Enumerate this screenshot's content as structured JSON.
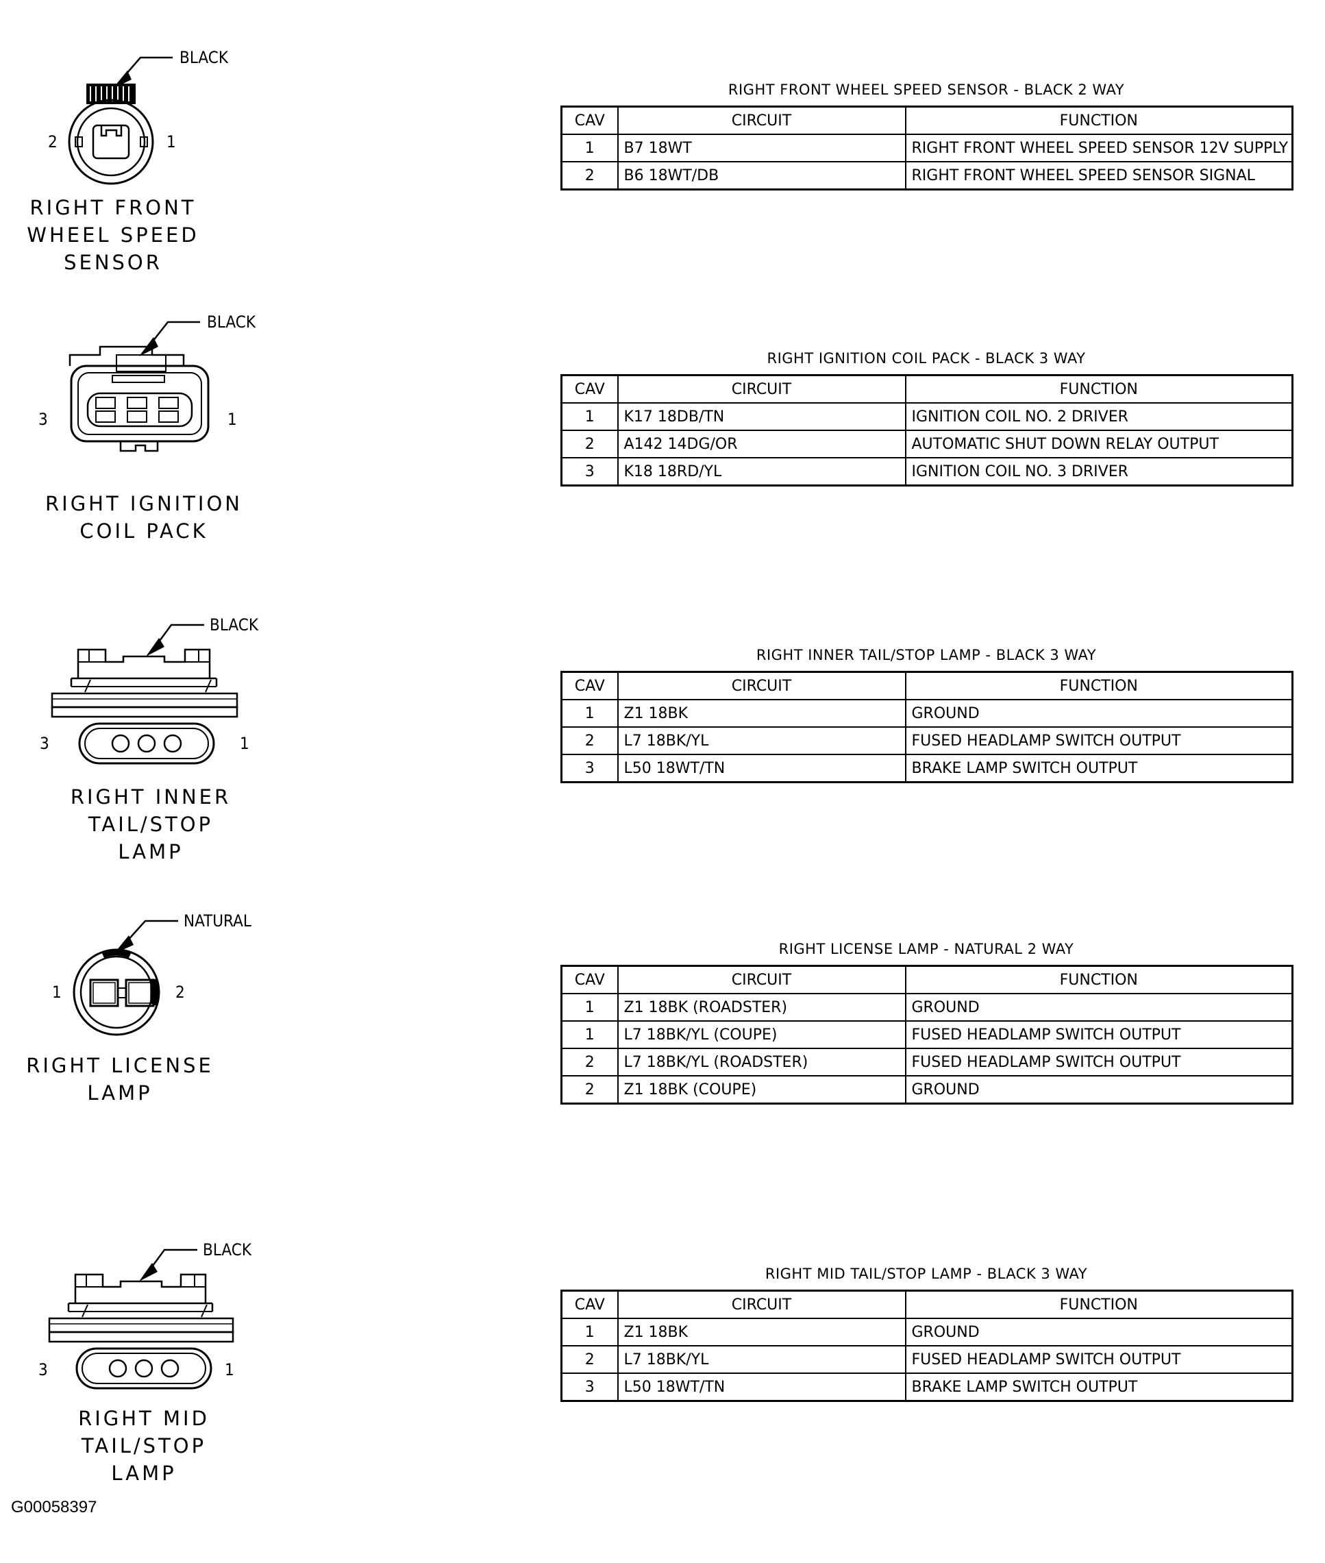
{
  "footer": {
    "figure_id": "G00058397"
  },
  "headers": {
    "cav": "CAV",
    "circuit": "CIRCUIT",
    "function": "FUNCTION"
  },
  "connectors": [
    {
      "color_label": "BLACK",
      "pin_left": "2",
      "pin_right": "1",
      "name_lines": [
        "RIGHT FRONT",
        "WHEEL SPEED",
        "SENSOR"
      ],
      "table_title": "RIGHT FRONT WHEEL SPEED SENSOR - BLACK 2 WAY",
      "rows": [
        {
          "cav": "1",
          "circuit": "B7 18WT",
          "function": "RIGHT FRONT WHEEL SPEED SENSOR 12V SUPPLY"
        },
        {
          "cav": "2",
          "circuit": "B6 18WT/DB",
          "function": "RIGHT FRONT WHEEL SPEED SENSOR SIGNAL"
        }
      ]
    },
    {
      "color_label": "BLACK",
      "pin_left": "3",
      "pin_right": "1",
      "name_lines": [
        "RIGHT IGNITION",
        "COIL PACK"
      ],
      "table_title": "RIGHT IGNITION COIL PACK - BLACK 3 WAY",
      "rows": [
        {
          "cav": "1",
          "circuit": "K17 18DB/TN",
          "function": "IGNITION COIL NO. 2 DRIVER"
        },
        {
          "cav": "2",
          "circuit": "A142 14DG/OR",
          "function": "AUTOMATIC SHUT DOWN RELAY OUTPUT"
        },
        {
          "cav": "3",
          "circuit": "K18 18RD/YL",
          "function": "IGNITION COIL NO. 3 DRIVER"
        }
      ]
    },
    {
      "color_label": "BLACK",
      "pin_left": "3",
      "pin_right": "1",
      "name_lines": [
        "RIGHT INNER",
        "TAIL/STOP",
        "LAMP"
      ],
      "table_title": "RIGHT INNER TAIL/STOP LAMP - BLACK 3 WAY",
      "rows": [
        {
          "cav": "1",
          "circuit": "Z1 18BK",
          "function": "GROUND"
        },
        {
          "cav": "2",
          "circuit": "L7 18BK/YL",
          "function": "FUSED HEADLAMP SWITCH OUTPUT"
        },
        {
          "cav": "3",
          "circuit": "L50 18WT/TN",
          "function": "BRAKE LAMP SWITCH OUTPUT"
        }
      ]
    },
    {
      "color_label": "NATURAL",
      "pin_left": "1",
      "pin_right": "2",
      "name_lines": [
        "RIGHT LICENSE",
        "LAMP"
      ],
      "table_title": "RIGHT LICENSE LAMP - NATURAL 2 WAY",
      "rows": [
        {
          "cav": "1",
          "circuit": "Z1 18BK (ROADSTER)",
          "function": "GROUND"
        },
        {
          "cav": "1",
          "circuit": "L7 18BK/YL (COUPE)",
          "function": "FUSED HEADLAMP SWITCH OUTPUT"
        },
        {
          "cav": "2",
          "circuit": "L7 18BK/YL (ROADSTER)",
          "function": "FUSED HEADLAMP SWITCH OUTPUT"
        },
        {
          "cav": "2",
          "circuit": "Z1 18BK (COUPE)",
          "function": "GROUND"
        }
      ]
    },
    {
      "color_label": "BLACK",
      "pin_left": "3",
      "pin_right": "1",
      "name_lines": [
        "RIGHT MID",
        "TAIL/STOP",
        "LAMP"
      ],
      "table_title": "RIGHT MID TAIL/STOP LAMP - BLACK 3 WAY",
      "rows": [
        {
          "cav": "1",
          "circuit": "Z1 18BK",
          "function": "GROUND"
        },
        {
          "cav": "2",
          "circuit": "L7 18BK/YL",
          "function": "FUSED HEADLAMP SWITCH OUTPUT"
        },
        {
          "cav": "3",
          "circuit": "L50 18WT/TN",
          "function": "BRAKE LAMP SWITCH OUTPUT"
        }
      ]
    }
  ]
}
